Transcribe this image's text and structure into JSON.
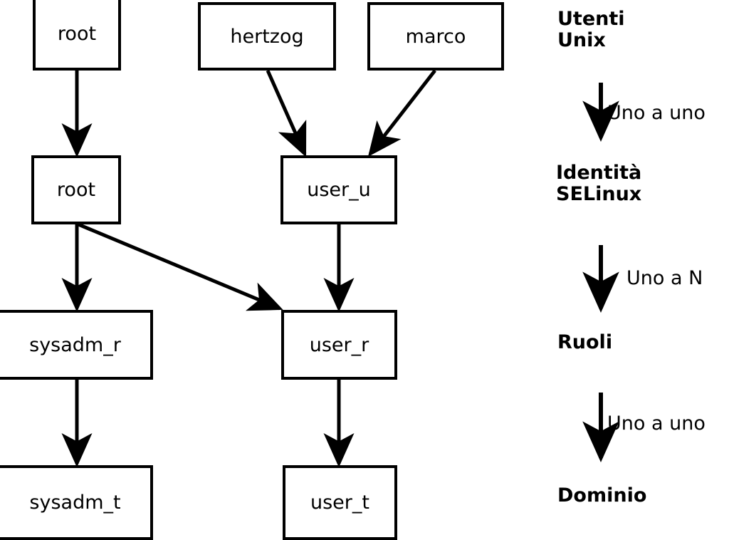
{
  "diagram": {
    "title": "SELinux: Utenti Unix, Identità SELinux, Ruoli, Dominio",
    "background_color": "#ffffff",
    "stroke_color": "#000000",
    "node_fill_color": "#ffffff"
  },
  "nodes": {
    "unix_root": {
      "label": "root",
      "level": "Utenti Unix"
    },
    "unix_hertzog": {
      "label": "hertzog",
      "level": "Utenti Unix"
    },
    "unix_marco": {
      "label": "marco",
      "level": "Utenti Unix"
    },
    "identity_root": {
      "label": "root",
      "level": "Identità SELinux"
    },
    "identity_user": {
      "label": "user_u",
      "level": "Identità SELinux"
    },
    "role_sysadm": {
      "label": "sysadm_r",
      "level": "Ruoli"
    },
    "role_user": {
      "label": "user_r",
      "level": "Ruoli"
    },
    "domain_sysadm": {
      "label": "sysadm_t",
      "level": "Dominio"
    },
    "domain_user": {
      "label": "user_t",
      "level": "Dominio"
    }
  },
  "edges": [
    {
      "from": "unix_root",
      "to": "identity_root"
    },
    {
      "from": "unix_hertzog",
      "to": "identity_user"
    },
    {
      "from": "unix_marco",
      "to": "identity_user"
    },
    {
      "from": "identity_root",
      "to": "role_sysadm"
    },
    {
      "from": "identity_root",
      "to": "role_user"
    },
    {
      "from": "identity_user",
      "to": "role_user"
    },
    {
      "from": "role_sysadm",
      "to": "domain_sysadm"
    },
    {
      "from": "role_user",
      "to": "domain_user"
    }
  ],
  "legend": {
    "levels": [
      {
        "key": "utenti_unix",
        "label": "Utenti\nUnix"
      },
      {
        "key": "identita_selinux",
        "label": "Identità\nSELinux"
      },
      {
        "key": "ruoli",
        "label": "Ruoli"
      },
      {
        "key": "dominio",
        "label": "Dominio"
      }
    ],
    "relations": [
      {
        "key": "rel_1",
        "label": "Uno a uno"
      },
      {
        "key": "rel_2",
        "label": "Uno a N"
      },
      {
        "key": "rel_3",
        "label": "Uno a uno"
      }
    ]
  }
}
